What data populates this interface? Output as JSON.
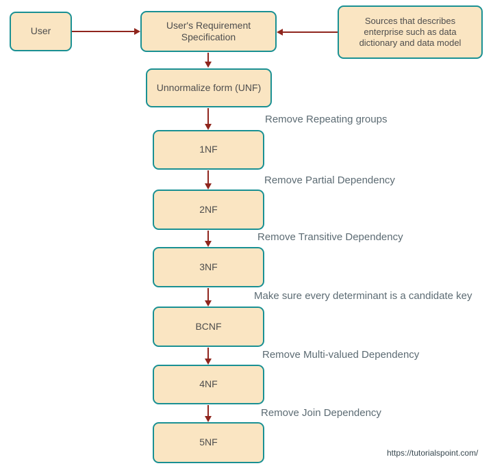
{
  "diagram": {
    "type": "flowchart",
    "subject": "Database normalization process"
  },
  "nodes": {
    "user": {
      "label": "User"
    },
    "requirement": {
      "label": "User's Requirement Specification"
    },
    "sources": {
      "label": "Sources that describes enterprise such as data dictionary and data model"
    },
    "unf": {
      "label": "Unnormalize form (UNF)"
    },
    "nf1": {
      "label": "1NF"
    },
    "nf2": {
      "label": "2NF"
    },
    "nf3": {
      "label": "3NF"
    },
    "bcnf": {
      "label": "BCNF"
    },
    "nf4": {
      "label": "4NF"
    },
    "nf5": {
      "label": "5NF"
    }
  },
  "edge_labels": {
    "to_1nf": "Remove Repeating groups",
    "to_2nf": "Remove Partial Dependency",
    "to_3nf": "Remove Transitive Dependency",
    "to_bcnf": "Make sure every determinant is a candidate key",
    "to_4nf": "Remove Multi-valued Dependency",
    "to_5nf": "Remove Join Dependency"
  },
  "footer": {
    "url": "https://tutorialspoint.com/"
  },
  "colors": {
    "node_fill": "#fae5c2",
    "node_border": "#199093",
    "arrow": "#8f251d",
    "edge_label_text": "#5c6b73",
    "node_text": "#4d4d4d"
  }
}
